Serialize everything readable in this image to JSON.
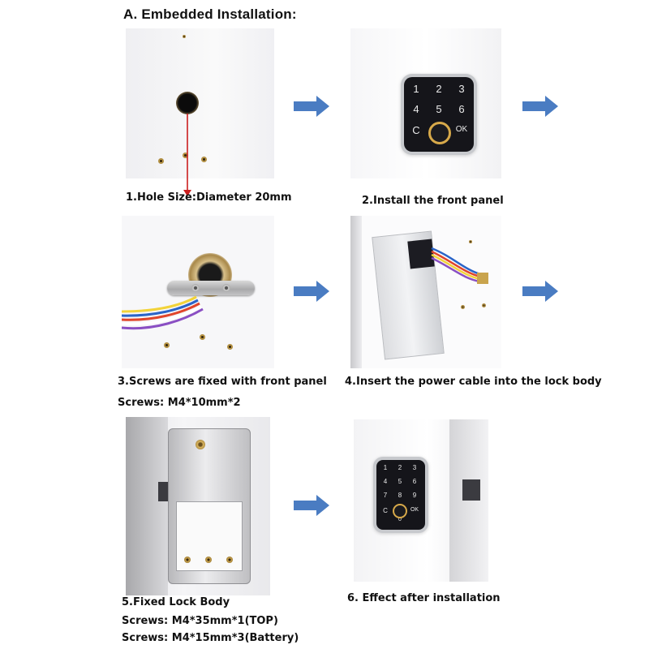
{
  "title": "A.  Embedded Installation:",
  "steps": [
    {
      "caption": "1.Hole Size:Diameter 20mm"
    },
    {
      "caption": "2.Install the front panel"
    },
    {
      "caption": "3.Screws are fixed with front panel",
      "sub": [
        "Screws: M4*10mm*2"
      ]
    },
    {
      "caption": "4.Insert the power cable into the lock body"
    },
    {
      "caption": "5.Fixed Lock Body",
      "sub": [
        "Screws: M4*35mm*1(TOP)",
        "Screws: M4*15mm*3(Battery)"
      ]
    },
    {
      "caption": "6.  Effect after installation"
    }
  ],
  "keypad": {
    "keys": [
      "1",
      "2",
      "3",
      "4",
      "5",
      "6",
      "C",
      "OK"
    ],
    "keys_small": [
      "1",
      "2",
      "3",
      "4",
      "5",
      "6",
      "7",
      "8",
      "9",
      "C",
      "0",
      "OK"
    ]
  },
  "colors": {
    "arrow": "#4a7cc2",
    "guide_line": "#cc1f1f",
    "panel": "#15151a",
    "wall": "#f4f4f6"
  }
}
